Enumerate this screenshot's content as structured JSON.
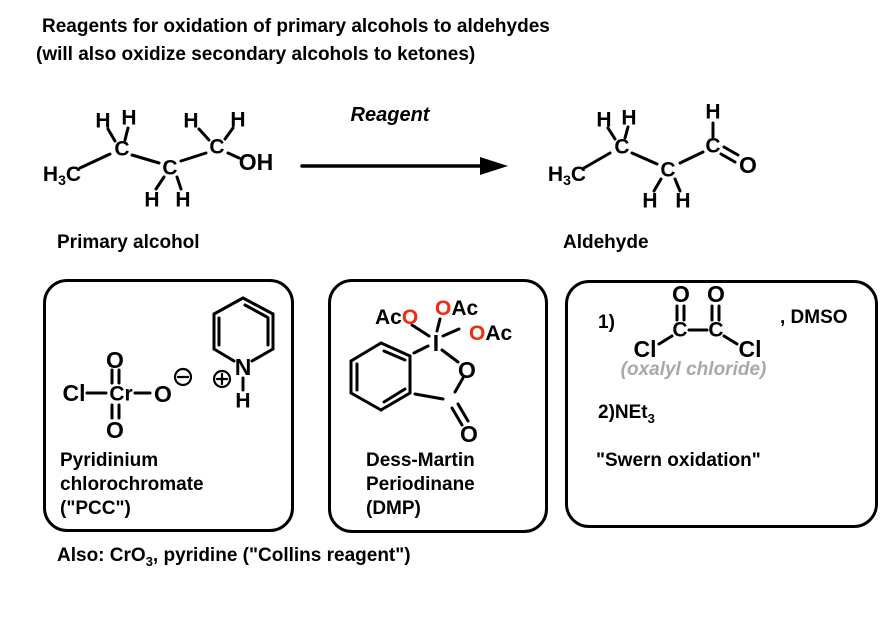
{
  "title": {
    "line1": "Reagents for oxidation of primary alcohols to aldehydes",
    "line2": "(will also oxidize secondary alcohols to ketones)"
  },
  "reaction": {
    "reagent_label": "Reagent",
    "alcohol_caption": "Primary alcohol",
    "aldehyde_caption": "Aldehyde"
  },
  "atoms": {
    "H": "H",
    "C": "C",
    "O": "O",
    "OH": "OH",
    "Cl": "Cl",
    "Cr": "Cr",
    "N": "N",
    "I": "I",
    "Ac": "Ac",
    "sub3": "3"
  },
  "boxes": {
    "pcc": {
      "line1": "Pyridinium",
      "line2": "chlorochromate",
      "line3": "(\"PCC\")"
    },
    "dmp": {
      "line1": "Dess-Martin",
      "line2": "Periodinane",
      "line3": "(DMP)"
    },
    "swern": {
      "step1": "1)",
      "dmso": ", DMSO",
      "oxalyl_caption": "(oxalyl chloride)",
      "step2_prefix": "2)NEt",
      "step2_sub": "3",
      "name": "\"Swern oxidation\""
    }
  },
  "footer": {
    "prefix": "Also: CrO",
    "sub": "3",
    "suffix": ", pyridine (\"Collins reagent\")"
  },
  "colors": {
    "oxygen_red": "#f22b0b",
    "chlorine_green": "#00c400",
    "nitrogen_blue": "#2243ee",
    "iodine_magenta": "#f531c3",
    "gray_caption": "#a9a9a9",
    "bond_black": "#000000"
  }
}
